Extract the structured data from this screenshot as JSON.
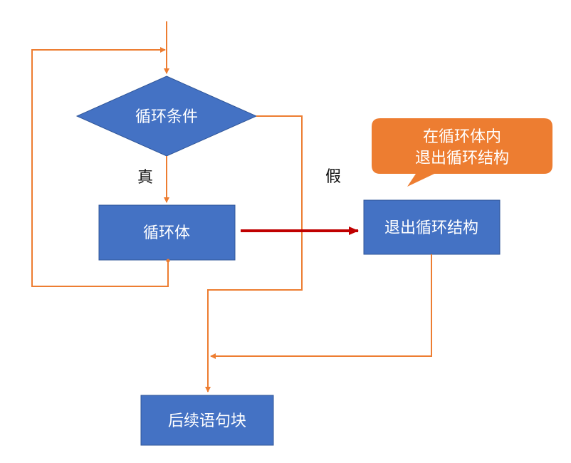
{
  "colors": {
    "node_fill": "#4472C4",
    "node_stroke": "#2F5597",
    "connector": "#ED7D31",
    "exit_arrow": "#C00000",
    "callout_fill": "#ED7D31",
    "background": "#FFFFFF"
  },
  "nodes": {
    "condition": "循环条件",
    "body": "循环体",
    "exit": "退出循环结构",
    "after": "后续语句块"
  },
  "labels": {
    "true": "真",
    "false": "假"
  },
  "callout": {
    "line1": "在循环体内",
    "line2": "退出循环结构"
  }
}
